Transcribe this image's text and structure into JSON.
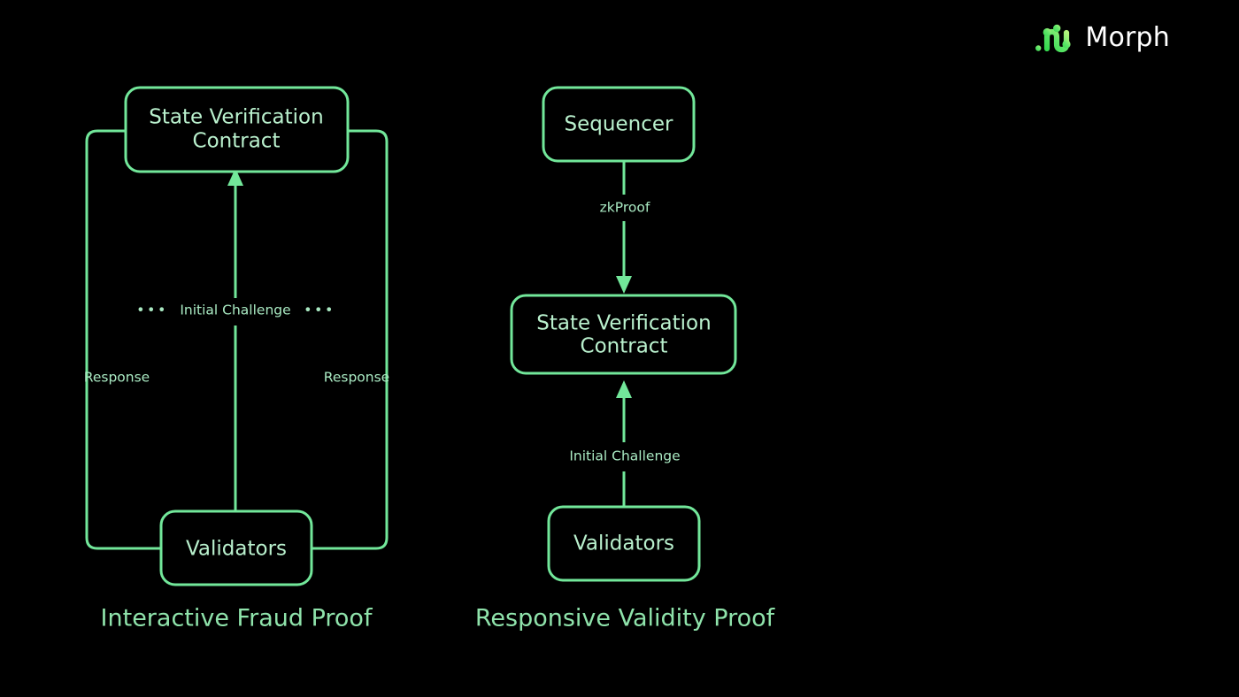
{
  "brand": {
    "name": "Morph",
    "mark_icon": "morph-molecule-icon",
    "mark_color_start": "#4ade5a",
    "mark_color_end": "#a3f07a",
    "name_color": "#ffffff"
  },
  "theme": {
    "background": "#000000",
    "accent_stroke": "#72e79a",
    "node_text": "#b9f0cd",
    "label_text": "#a9e9c2",
    "caption_text": "#8fe3ab"
  },
  "diagrams": [
    {
      "id": "interactive-fraud-proof",
      "caption": "Interactive Fraud Proof",
      "nodes": [
        {
          "id": "state-verification-contract",
          "label_line1": "State Verification",
          "label_line2": "Contract"
        },
        {
          "id": "validators",
          "label_line1": "Validators",
          "label_line2": ""
        }
      ],
      "edges": [
        {
          "id": "initial-challenge",
          "label": "Initial Challenge",
          "dots_left": "•••",
          "dots_right": "•••",
          "direction": "up"
        },
        {
          "id": "response-left",
          "label": "Response",
          "direction": "none"
        },
        {
          "id": "response-right",
          "label": "Response",
          "direction": "none"
        }
      ]
    },
    {
      "id": "responsive-validity-proof",
      "caption": "Responsive Validity Proof",
      "nodes": [
        {
          "id": "sequencer",
          "label_line1": "Sequencer",
          "label_line2": ""
        },
        {
          "id": "state-verification-contract",
          "label_line1": "State Verification",
          "label_line2": "Contract"
        },
        {
          "id": "validators",
          "label_line1": "Validators",
          "label_line2": ""
        }
      ],
      "edges": [
        {
          "id": "zkproof",
          "label": "zkProof",
          "direction": "down"
        },
        {
          "id": "initial-challenge",
          "label": "Initial Challenge",
          "direction": "up"
        }
      ]
    }
  ]
}
